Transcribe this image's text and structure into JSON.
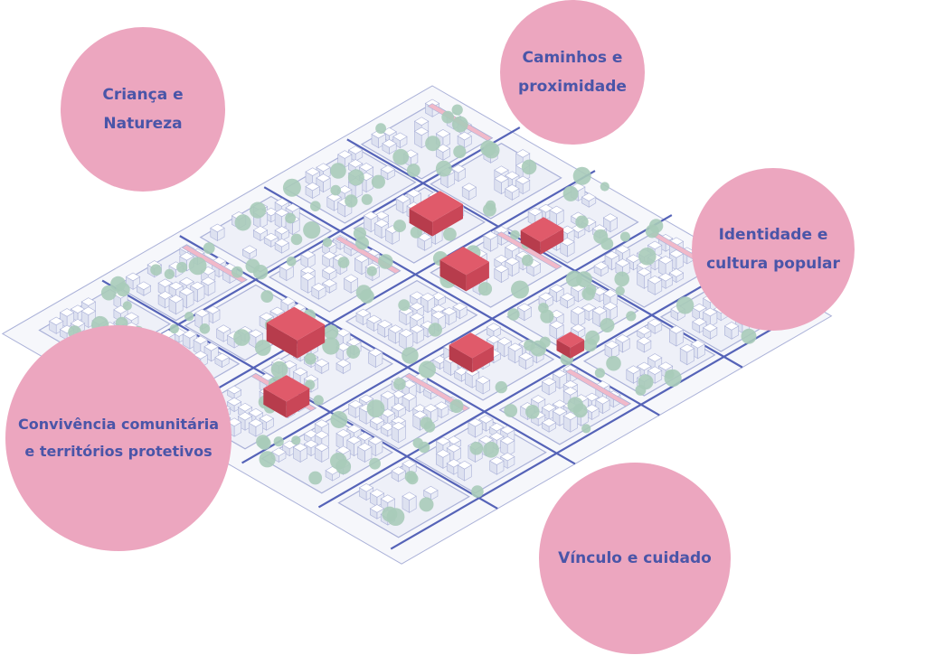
{
  "colors": {
    "bubble_pink": "#eca6bf",
    "label_blue": "#4a55a8",
    "road_blue": "#5563b8",
    "block_outline": "#aab1d8",
    "block_fill": "#eef0f8",
    "tree_green": "#a9cbb9",
    "highlight_red": "#e05a6a",
    "edge_pink": "#f1b9c9",
    "building_white": "#ffffff"
  },
  "bubbles": [
    {
      "id": "b1",
      "label": "Criança e\nNatureza"
    },
    {
      "id": "b2",
      "label": "Caminhos e\nproximidade"
    },
    {
      "id": "b3",
      "label": "Identidade e\ncultura popular"
    },
    {
      "id": "b4",
      "label": "Convivência comunitária\ne territórios protetivos"
    },
    {
      "id": "b5",
      "label": "Vínculo e cuidado"
    }
  ]
}
